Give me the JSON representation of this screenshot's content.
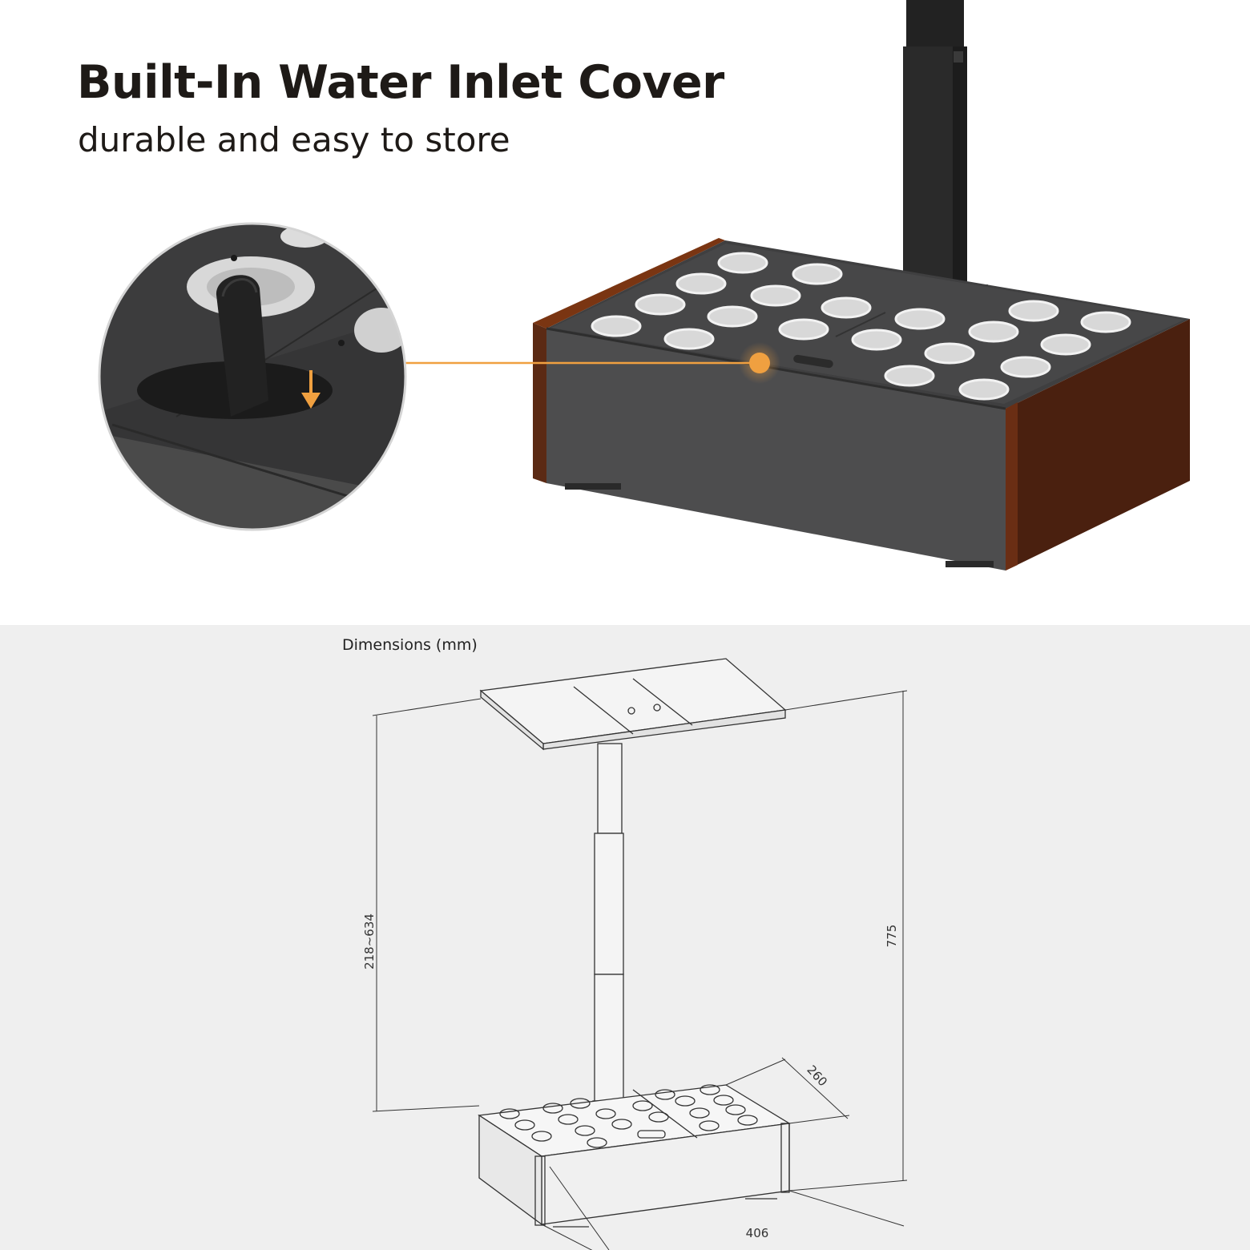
{
  "feature": {
    "title": "Built-In Water Inlet Cover",
    "subtitle": "durable and easy to store"
  },
  "dimensions": {
    "title": "Dimensions (mm)",
    "pole_height": "218~634",
    "total_height": "775",
    "depth": "260",
    "width": "406"
  },
  "colors": {
    "accent": "#f0a040",
    "planter_body": "#4a4a4a",
    "wood_side": "#5a2a14",
    "text": "#1e1a17",
    "bottom_bg": "#efefef"
  }
}
